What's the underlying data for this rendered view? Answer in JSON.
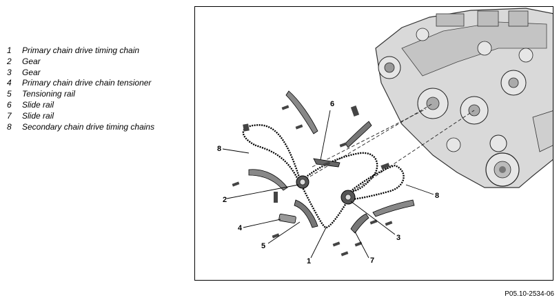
{
  "legend": [
    {
      "num": "1",
      "label": "Primary chain drive timing chain"
    },
    {
      "num": "2",
      "label": "Gear"
    },
    {
      "num": "3",
      "label": "Gear"
    },
    {
      "num": "4",
      "label": "Primary chain drive chain tensioner"
    },
    {
      "num": "5",
      "label": "Tensioning rail"
    },
    {
      "num": "6",
      "label": "Slide rail"
    },
    {
      "num": "7",
      "label": "Slide rail"
    },
    {
      "num": "8",
      "label": "Secondary chain drive timing chains"
    }
  ],
  "callouts": {
    "c1": "1",
    "c2": "2",
    "c3": "3",
    "c4": "4",
    "c5": "5",
    "c6": "6",
    "c7": "7",
    "c8a": "8",
    "c8b": "8"
  },
  "figure_id": "P05.10-2534-06"
}
